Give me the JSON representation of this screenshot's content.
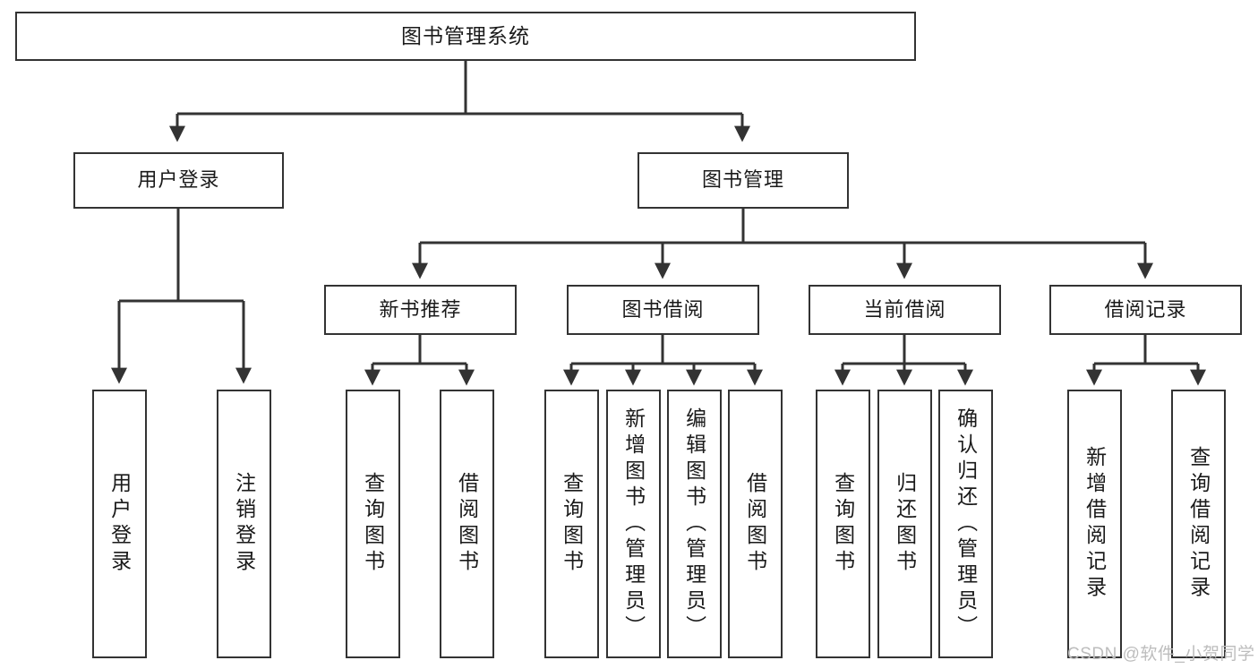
{
  "diagram": {
    "title": "图书管理系统",
    "type": "功能结构图",
    "root": {
      "id": "root",
      "label": "图书管理系统"
    },
    "level2": [
      {
        "id": "user-login",
        "label": "用户登录"
      },
      {
        "id": "book-manage",
        "label": "图书管理"
      }
    ],
    "level3": [
      {
        "id": "new-book-recommend",
        "label": "新书推荐"
      },
      {
        "id": "book-borrow",
        "label": "图书借阅"
      },
      {
        "id": "current-borrow",
        "label": "当前借阅"
      },
      {
        "id": "borrow-record",
        "label": "借阅记录"
      }
    ],
    "leaves": {
      "user-login": [
        {
          "id": "leaf-user-login",
          "label": "用户登录"
        },
        {
          "id": "leaf-logout",
          "label": "注销登录"
        }
      ],
      "new-book-recommend": [
        {
          "id": "leaf-query-book-1",
          "label": "查询图书"
        },
        {
          "id": "leaf-borrow-book-1",
          "label": "借阅图书"
        }
      ],
      "book-borrow": [
        {
          "id": "leaf-query-book-2",
          "label": "查询图书"
        },
        {
          "id": "leaf-add-book",
          "label": "新增图书（管理员）"
        },
        {
          "id": "leaf-edit-book",
          "label": "编辑图书（管理员）"
        },
        {
          "id": "leaf-borrow-book-2",
          "label": "借阅图书"
        }
      ],
      "current-borrow": [
        {
          "id": "leaf-query-book-3",
          "label": "查询图书"
        },
        {
          "id": "leaf-return-book",
          "label": "归还图书"
        },
        {
          "id": "leaf-confirm-return",
          "label": "确认归还（管理员）"
        }
      ],
      "borrow-record": [
        {
          "id": "leaf-add-record",
          "label": "新增借阅记录"
        },
        {
          "id": "leaf-query-record",
          "label": "查询借阅记录"
        }
      ]
    }
  },
  "watermark": {
    "text": "CSDN @软件_小贺同学"
  },
  "colors": {
    "stroke": "#333333",
    "background": "#ffffff",
    "text": "#1a1a1a",
    "watermark": "#bdbdbd"
  }
}
